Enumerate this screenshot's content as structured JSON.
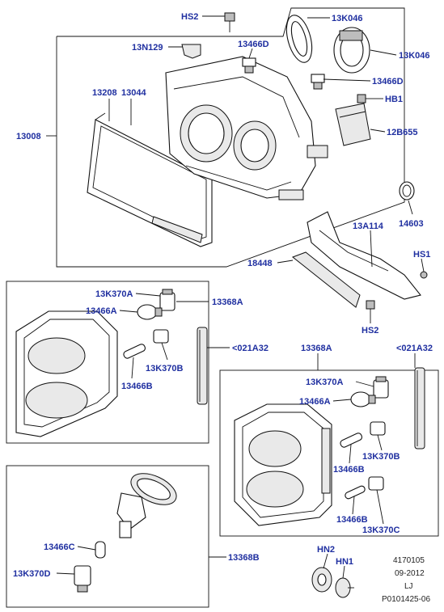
{
  "callouts": {
    "hs2_top": "HS2",
    "c13k046_a": "13K046",
    "c13n129": "13N129",
    "c13466d_a": "13466D",
    "c13k046_b": "13K046",
    "c13466d_b": "13466D",
    "hb1": "HB1",
    "c13208": "13208",
    "c13044": "13044",
    "c12b655": "12B655",
    "c13008": "13008",
    "c14603": "14603",
    "c13a114": "13A114",
    "hs1": "HS1",
    "c18448": "18448",
    "hs2_bottom": "HS2",
    "c13k370a_l": "13K370A",
    "c13466a_l": "13466A",
    "c13368a_l": "13368A",
    "c13k370b_l": "13K370B",
    "c13466b_l": "13466B",
    "c021a32_l": "<021A32",
    "c13368a_r": "13368A",
    "c021a32_r": "<021A32",
    "c13k370a_r": "13K370A",
    "c13466a_r": "13466A",
    "c13k370b_r": "13K370B",
    "c13466b_r1": "13466B",
    "c13466b_r2": "13466B",
    "c13k370c": "13K370C",
    "c13466c": "13466C",
    "c13k370d": "13K370D",
    "c13368b": "13368B",
    "hn2": "HN2",
    "hn1": "HN1"
  },
  "footer": {
    "diagram_number": "4170105",
    "date": "09-2012",
    "code": "LJ",
    "reference": "P0101425-06"
  }
}
